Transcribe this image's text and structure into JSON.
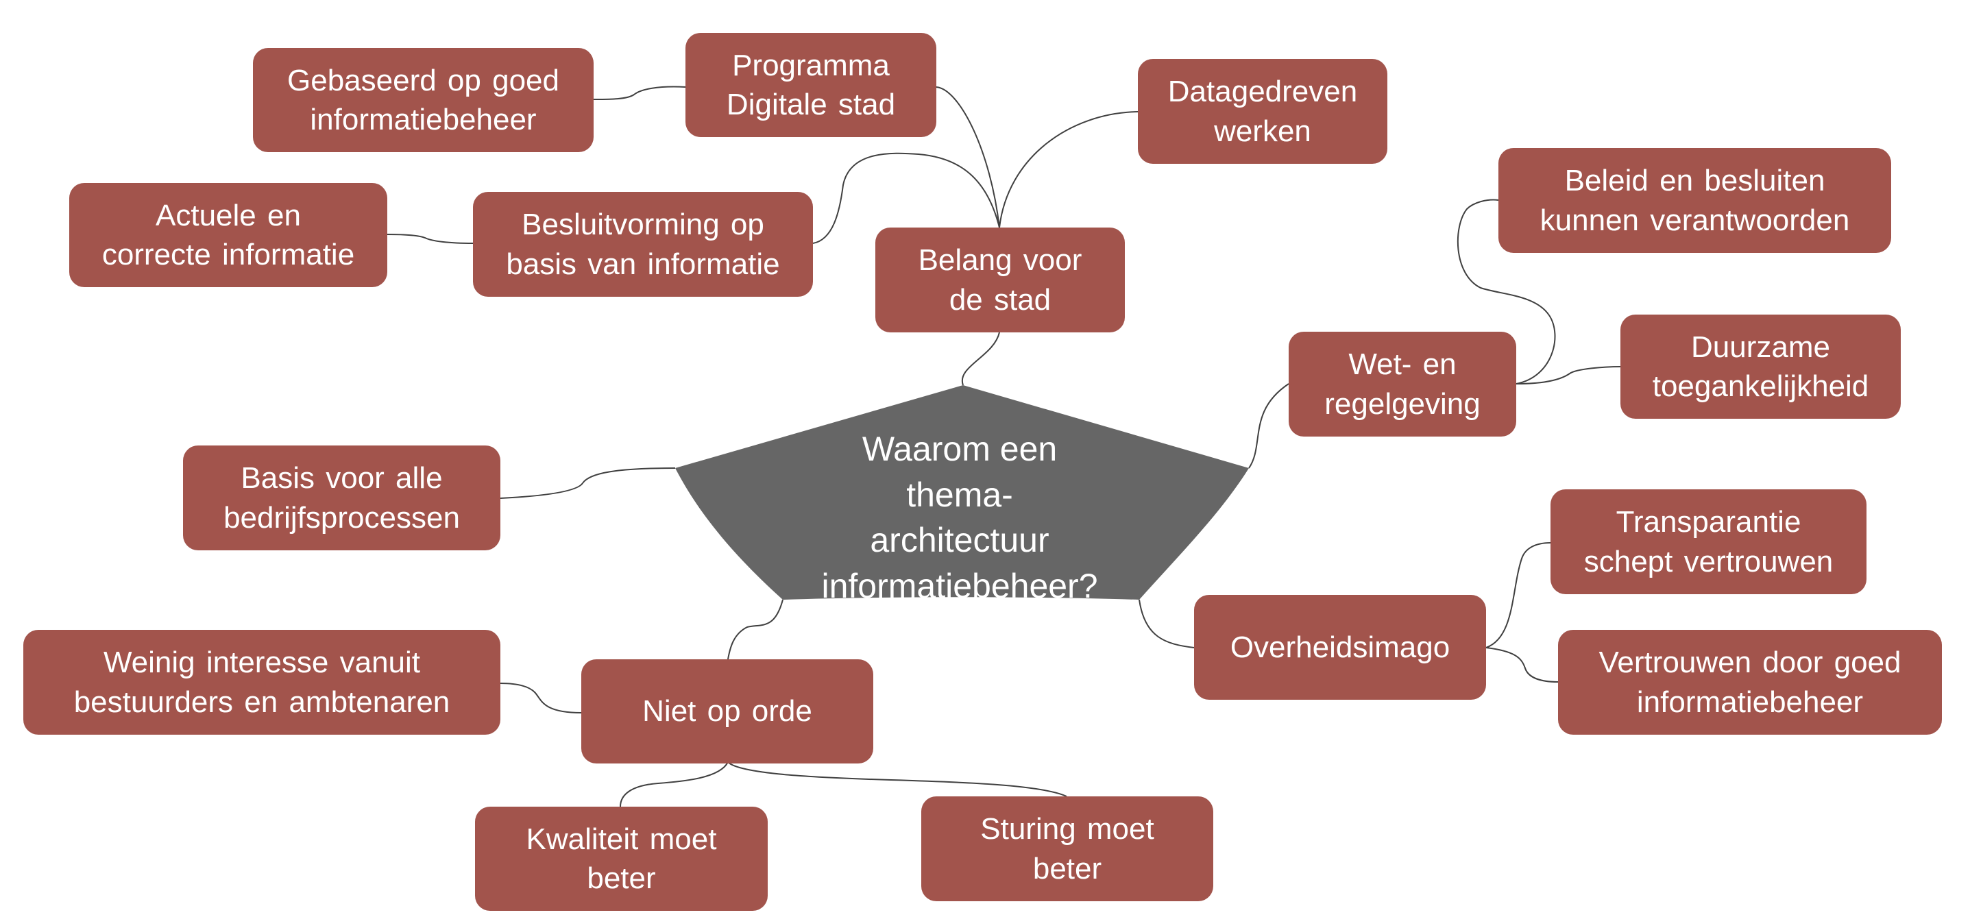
{
  "diagram": {
    "center": "Waarom een thema-\narchitectuur\ninformatiebeheer?",
    "nodes": {
      "belang_voor_de_stad": "Belang voor\nde stad",
      "programma_digitale_stad": "Programma\nDigitale stad",
      "gebaseerd_op_goed_informatiebeheer": "Gebaseerd op goed\ninformatiebeheer",
      "datagedreven_werken": "Datagedreven\nwerken",
      "besluitvorming_op_basis_van_informatie": "Besluitvorming op\nbasis van informatie",
      "actuele_en_correcte_informatie": "Actuele en\ncorrecte informatie",
      "wet_en_regelgeving": "Wet- en\nregelgeving",
      "beleid_en_besluiten": "Beleid en besluiten\nkunnen verantwoorden",
      "duurzame_toegankelijkheid": "Duurzame\ntoegankelijkheid",
      "overheidsimago": "Overheidsimago",
      "transparantie_schept_vertrouwen": "Transparantie\nschept vertrouwen",
      "vertrouwen_door_goed_informatiebeheer": "Vertrouwen door goed\ninformatiebeheer",
      "basis_voor_alle_bedrijfsprocessen": "Basis voor alle\nbedrijfsprocessen",
      "niet_op_orde": "Niet op orde",
      "weinig_interesse": "Weinig interesse vanuit\nbestuurders en ambtenaren",
      "kwaliteit_moet_beter": "Kwaliteit moet\nbeter",
      "sturing_moet_beter": "Sturing moet\nbeter"
    },
    "colors": {
      "node_fill": "#a2544c",
      "center_fill": "#666666",
      "text": "#ffffff",
      "connector": "#404040"
    }
  }
}
